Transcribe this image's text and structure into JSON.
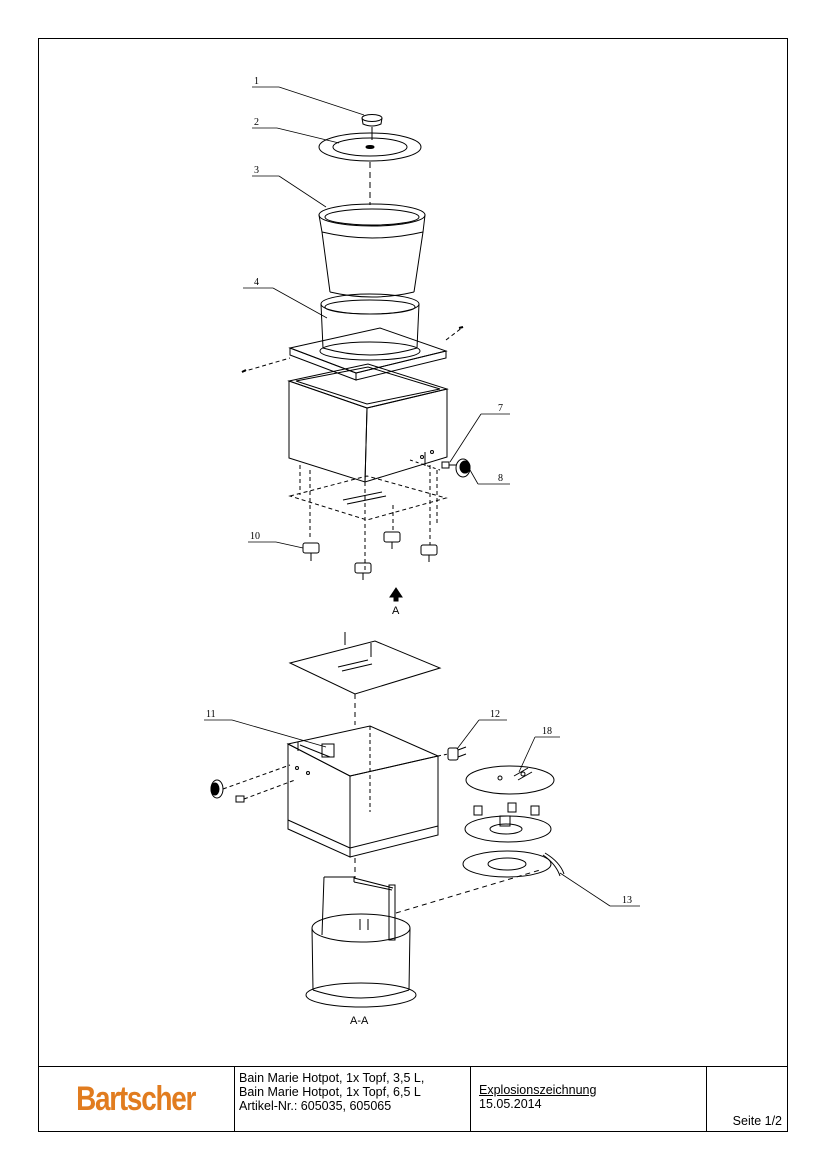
{
  "drawing": {
    "callouts": [
      "1",
      "2",
      "3",
      "4",
      "7",
      "8",
      "10",
      "11",
      "12",
      "18",
      "13"
    ],
    "view_arrow_label": "A",
    "section_label": "A-A"
  },
  "title_block": {
    "brand": "Bartscher",
    "brand_color": "#e17c1f",
    "description": [
      "Bain Marie Hotpot, 1x Topf, 3,5 L,",
      "Bain Marie Hotpot, 1x Topf, 6,5 L",
      "Artikel-Nr.: 605035, 605065"
    ],
    "drawing_type": "Explosionszeichnung",
    "date": "15.05.2014",
    "page": "Seite 1/2"
  }
}
